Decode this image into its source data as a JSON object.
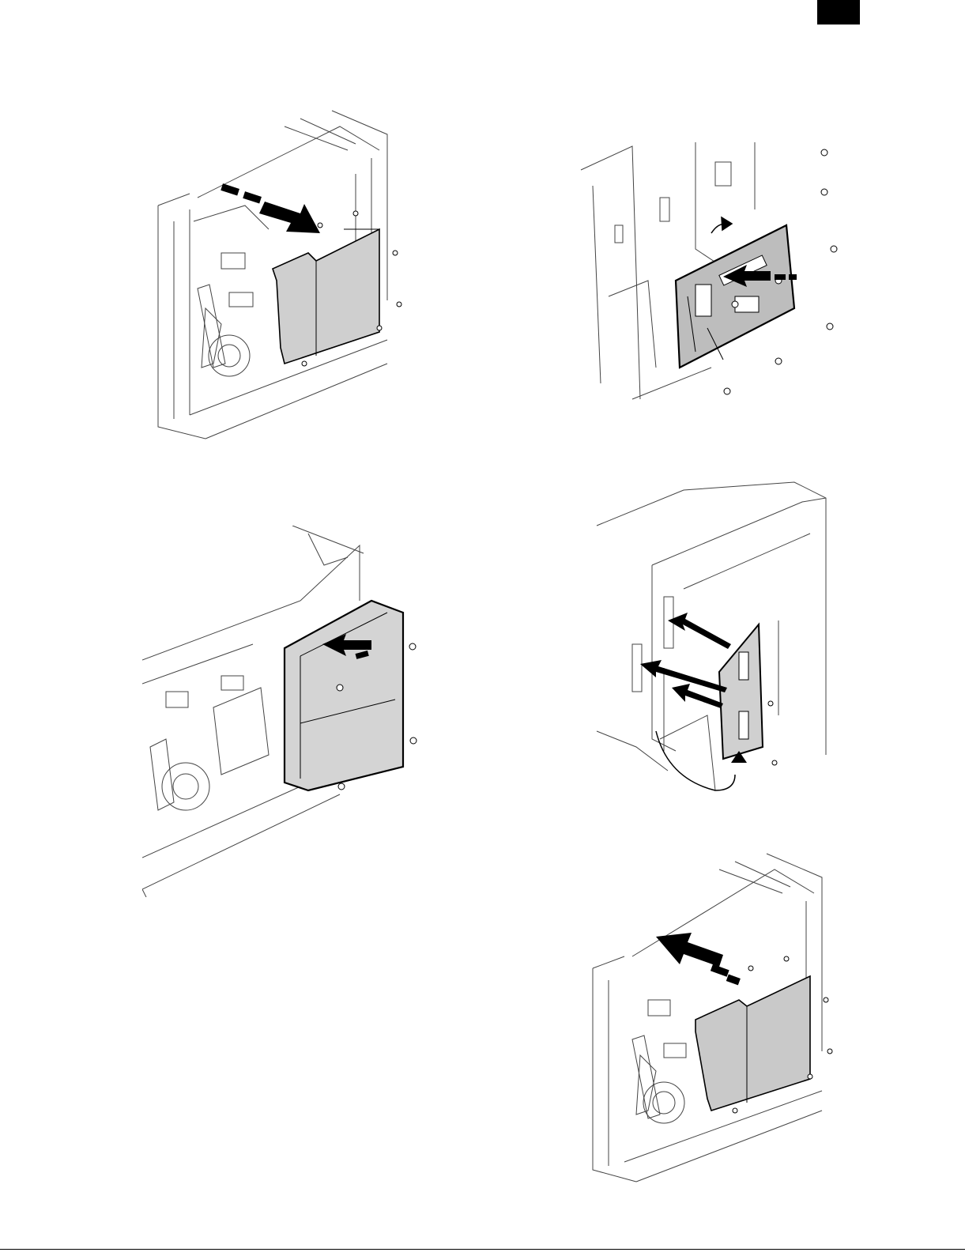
{
  "page": {
    "corner_tab_color": "#000000",
    "figures": [
      {
        "id": "fig-1",
        "arrow_direction": "out-right"
      },
      {
        "id": "fig-2",
        "arrow_direction": "in-left"
      },
      {
        "id": "fig-3",
        "arrow_direction": "in-left"
      },
      {
        "id": "fig-4",
        "arrow_direction": "out-left"
      },
      {
        "id": "fig-5",
        "arrow_direction": "out-left"
      }
    ]
  }
}
